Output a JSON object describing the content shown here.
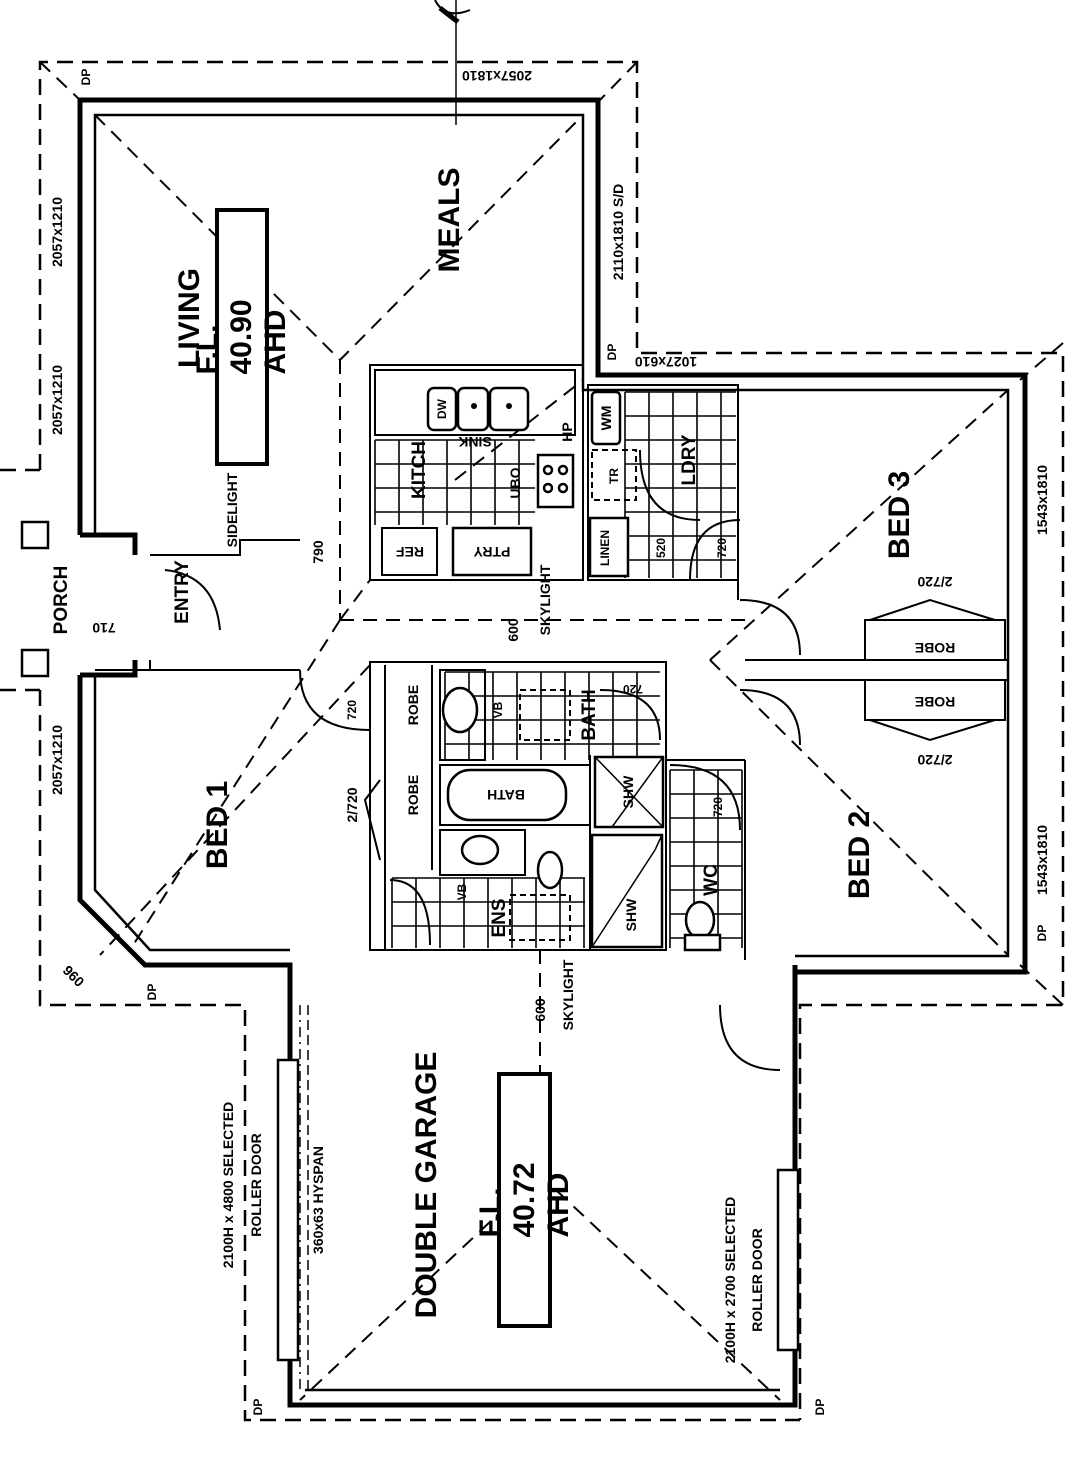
{
  "plan": {
    "title": "House Floor Plan",
    "colors": {
      "line": "#000000",
      "background": "#ffffff"
    },
    "rooms": {
      "living": "LIVING",
      "meals": "MEALS",
      "kitchen": "KITCH",
      "laundry": "LDRY",
      "porch": "PORCH",
      "entry": "ENTRY",
      "bed1": "BED 1",
      "bed2": "BED 2",
      "bed3": "BED 3",
      "bath": "BATH",
      "ens": "ENS",
      "wc": "WC",
      "garage": "DOUBLE GARAGE"
    },
    "floor_levels": {
      "house": "F.L. 40.90 AHD",
      "garage": "F.L. 40.72 AHD"
    },
    "fixtures": {
      "dw": "DW",
      "sink": "SINK",
      "ubo": "UBO",
      "hp": "HP",
      "ref": "REF",
      "pantry": "PTRY",
      "wm": "WM",
      "tr": "TR",
      "linen": "LINEN",
      "vb": "VB",
      "bath_tub": "BATH",
      "shower": "SHW",
      "robe": "ROBE"
    },
    "windows": {
      "top_meals": "2057x1810",
      "living_left_1": "2057x1210",
      "living_left_2": "2057x1210",
      "bed1_left": "2057x1210",
      "meals_right": "2110x1810 S/D",
      "laundry_top": "1027x610",
      "bed3_right": "1543x1810",
      "bed2_right": "1543x1810",
      "bed1_corner": "960"
    },
    "dimensions": {
      "porch_door": "710",
      "kitchen_790": "790",
      "bed1_door": "720",
      "bed1_robe": "2/720",
      "bath_door": "720",
      "linen_520": "520",
      "ldry_door": "720",
      "wc_door": "720",
      "bed3_robe": "2/720",
      "bed2_robe": "2/720"
    },
    "notes": {
      "sidelight": "SIDELIGHT",
      "skylight_600_a": "600",
      "skylight_a": "SKYLIGHT",
      "skylight_600_b": "600",
      "skylight_b": "SKYLIGHT",
      "roller_door_left_1": "2100H x 4800 SELECTED",
      "roller_door_left_2": "ROLLER DOOR",
      "hyspan": "360x63 HYSPAN",
      "roller_door_right_1": "2100H x 2700 SELECTED",
      "roller_door_right_2": "ROLLER DOOR"
    },
    "downpipe": "DP"
  }
}
